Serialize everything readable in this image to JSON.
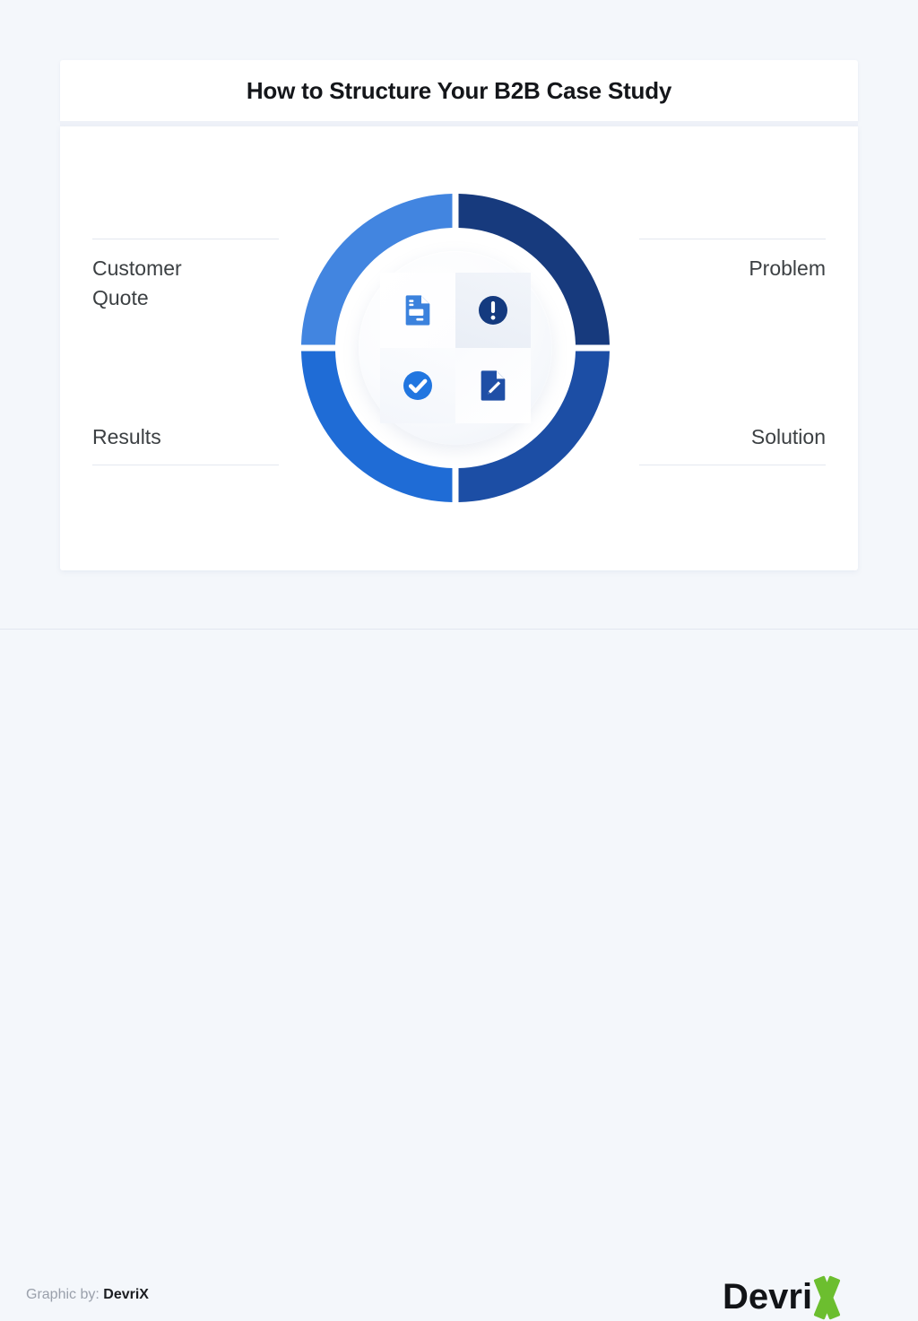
{
  "page": {
    "background_color": "#f4f7fb",
    "card_color": "#ffffff"
  },
  "header": {
    "title": "How to Structure Your B2B Case Study"
  },
  "diagram": {
    "type": "donut-quadrant",
    "segments": [
      {
        "id": "customer-quote",
        "label": "Customer\nQuote",
        "position": "top-left",
        "ring_color": "#4285e0",
        "icon": "document-text-icon",
        "icon_color": "#3b82dd",
        "icon_style": "solid-document",
        "label_side": "left",
        "rule_position": "above"
      },
      {
        "id": "problem",
        "label": "Problem",
        "position": "top-right",
        "ring_color": "#173a7d",
        "icon": "exclamation-circle-icon",
        "icon_color": "#143a7f",
        "icon_style": "filled-circle",
        "label_side": "right",
        "rule_position": "above"
      },
      {
        "id": "results",
        "label": "Results",
        "position": "bottom-left",
        "ring_color": "#1f6cd6",
        "icon": "check-circle-icon",
        "icon_color": "#2176e0",
        "icon_style": "filled-circle",
        "label_side": "left",
        "rule_position": "below"
      },
      {
        "id": "solution",
        "label": "Solution",
        "position": "bottom-right",
        "ring_color": "#1c4ea5",
        "icon": "document-edit-icon",
        "icon_color": "#1f4fa6",
        "icon_style": "solid-document",
        "label_side": "right",
        "rule_position": "below"
      }
    ]
  },
  "footer": {
    "credit_prefix": "Graphic by:",
    "credit_brand": "DevriX",
    "logo_text": "Devri",
    "logo_mark": "X",
    "logo_text_color": "#121417",
    "logo_mark_color": "#6cbe2f"
  }
}
